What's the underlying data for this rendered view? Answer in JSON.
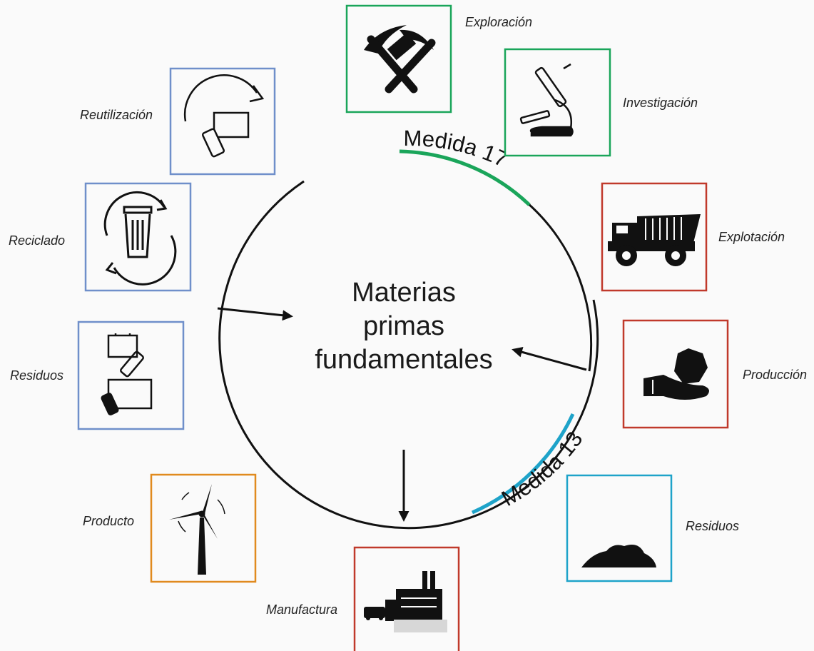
{
  "center": {
    "line1": "Materias",
    "line2": "primas",
    "line3": "fundamentales"
  },
  "measures": {
    "m17": {
      "label": "Medida 17",
      "color": "#1aa55a"
    },
    "m13": {
      "label": "Medida 13",
      "color": "#1ea3c9"
    }
  },
  "stages": {
    "exploracion": {
      "label": "Exploración",
      "icon": "pickaxe-hammer-icon",
      "color": "#1aa55a"
    },
    "investigacion": {
      "label": "Investigación",
      "icon": "microscope-icon",
      "color": "#1aa55a"
    },
    "explotacion": {
      "label": "Explotación",
      "icon": "mining-truck-icon",
      "color": "#c0392b"
    },
    "produccion": {
      "label": "Producción",
      "icon": "hand-ore-icon",
      "color": "#c0392b"
    },
    "residuos_mining": {
      "label": "Residuos",
      "icon": "waste-pile-icon",
      "color": "#1ea3c9"
    },
    "manufactura": {
      "label": "Manufactura",
      "icon": "factory-icon",
      "color": "#c0392b"
    },
    "producto": {
      "label": "Producto",
      "icon": "wind-turbine-icon",
      "color": "#e08a1e"
    },
    "residuos_ewaste": {
      "label": "Residuos",
      "icon": "e-waste-icon",
      "color": "#6f8fca"
    },
    "reciclado": {
      "label": "Reciclado",
      "icon": "recycle-bin-icon",
      "color": "#6f8fca"
    },
    "reutilizacion": {
      "label": "Reutilización",
      "icon": "reuse-devices-icon",
      "color": "#6f8fca"
    }
  }
}
